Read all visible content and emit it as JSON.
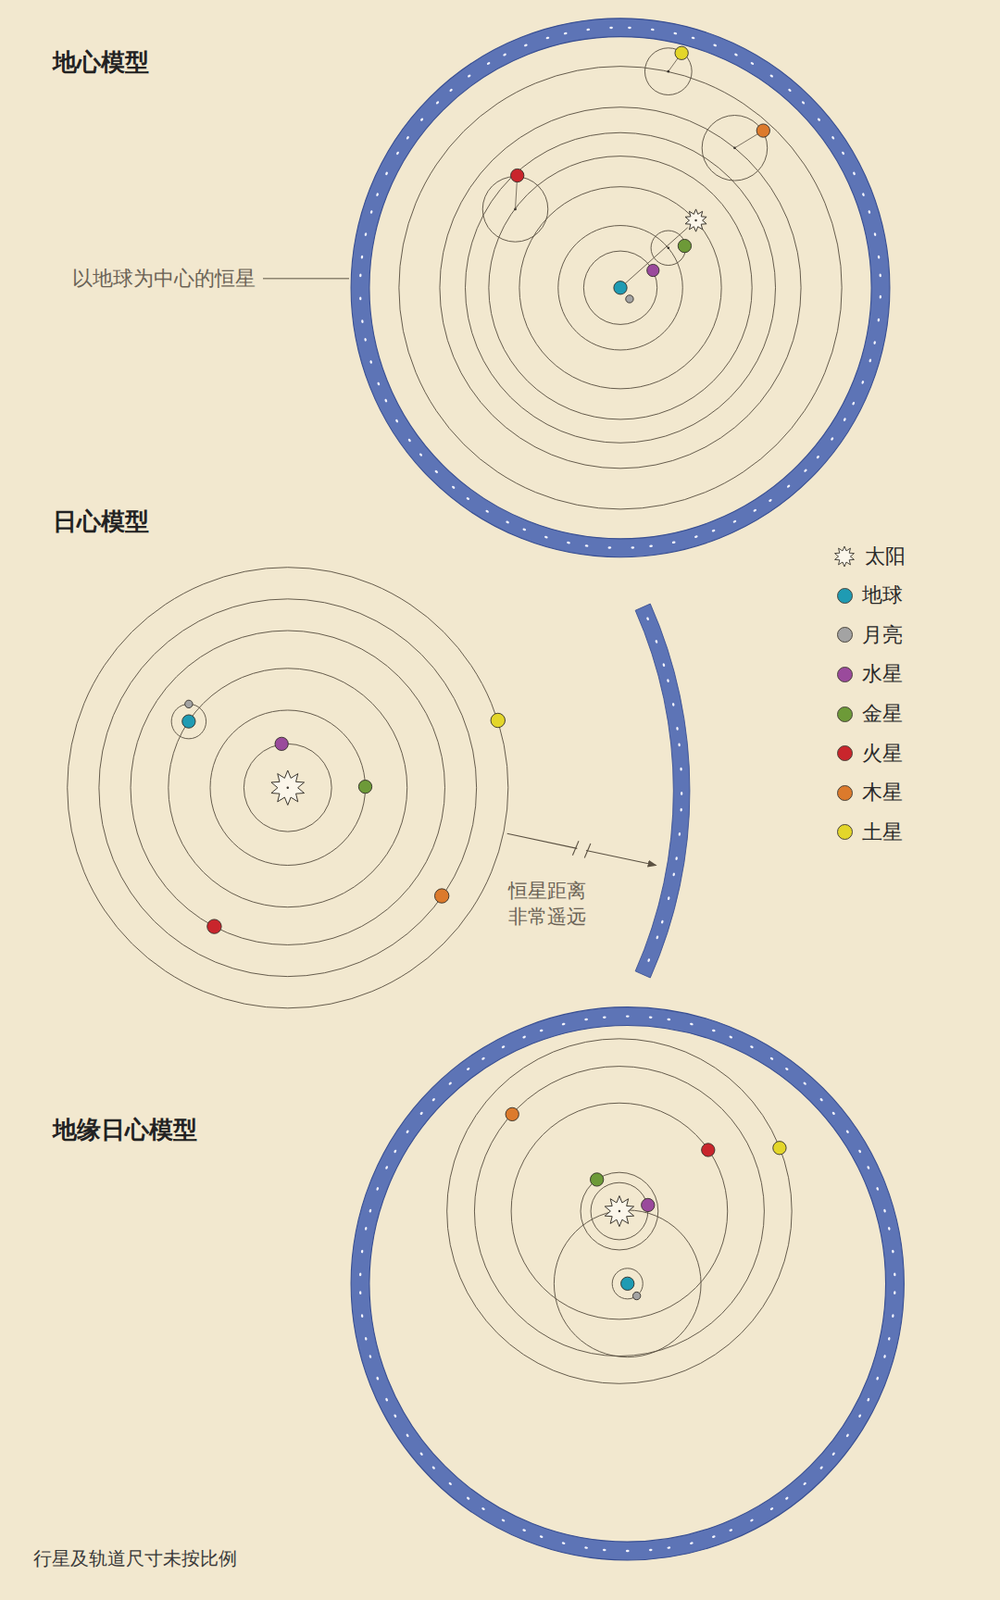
{
  "diagram": {
    "caption": "行星及轨道尺寸未按比例",
    "labels": [
      "地心模型",
      "以地球为中心的恒星",
      "日心模型",
      "恒星距离 非常遥远",
      "地缘日心模型"
    ],
    "legend": [
      {
        "text": "太阳"
      },
      {
        "text": "地球",
        "color": "#1f9bb3"
      },
      {
        "text": "月亮",
        "color": "#a3a3a3"
      },
      {
        "text": "水星",
        "color": "#9a4a9c"
      },
      {
        "text": "金星",
        "color": "#6d9a38"
      },
      {
        "text": "火星",
        "color": "#c9252c"
      },
      {
        "text": "木星",
        "color": "#dc7a2c"
      },
      {
        "text": "土星",
        "color": "#e3d62a"
      }
    ]
  }
}
